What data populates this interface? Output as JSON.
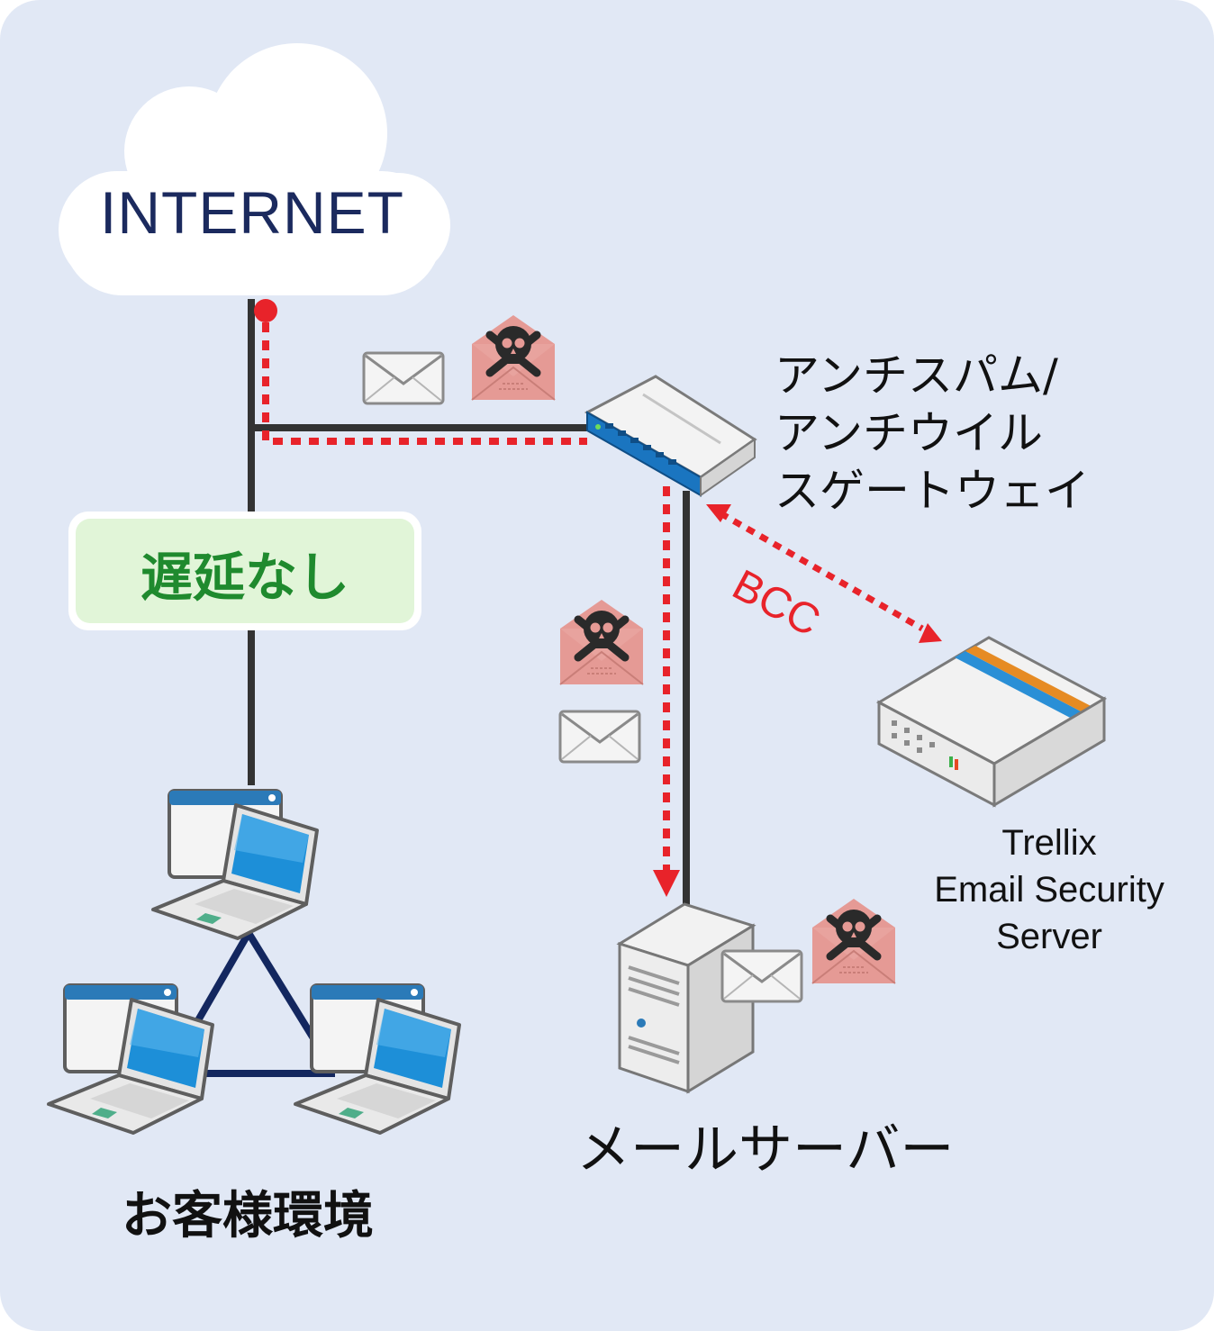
{
  "internet": {
    "label": "INTERNET"
  },
  "gateway": {
    "lines": [
      "アンチスパム/",
      "アンチウイル",
      "スゲートウェイ"
    ]
  },
  "delay_badge": {
    "label": "遅延なし"
  },
  "bcc": {
    "label": "BCC"
  },
  "trellix": {
    "lines": [
      "Trellix",
      "Email Security",
      "Server"
    ]
  },
  "mail_server": {
    "label": "メールサーバー"
  },
  "customer": {
    "label": "お客様環境"
  },
  "colors": {
    "background": "#e1e8f5",
    "line": "#333333",
    "dotted": "#e8232a",
    "network": "#13275f",
    "badge_fill": "#e1f5d8",
    "badge_text": "#1f8a2e",
    "device_blue": "#1a75c0",
    "trellix_stripe_blue": "#2a8fd6",
    "trellix_stripe_orange": "#e68b23"
  },
  "icons": [
    "cloud-icon",
    "envelope-icon",
    "malicious-envelope-icon",
    "network-switch-icon",
    "appliance-icon",
    "server-tower-icon",
    "laptop-icon"
  ]
}
